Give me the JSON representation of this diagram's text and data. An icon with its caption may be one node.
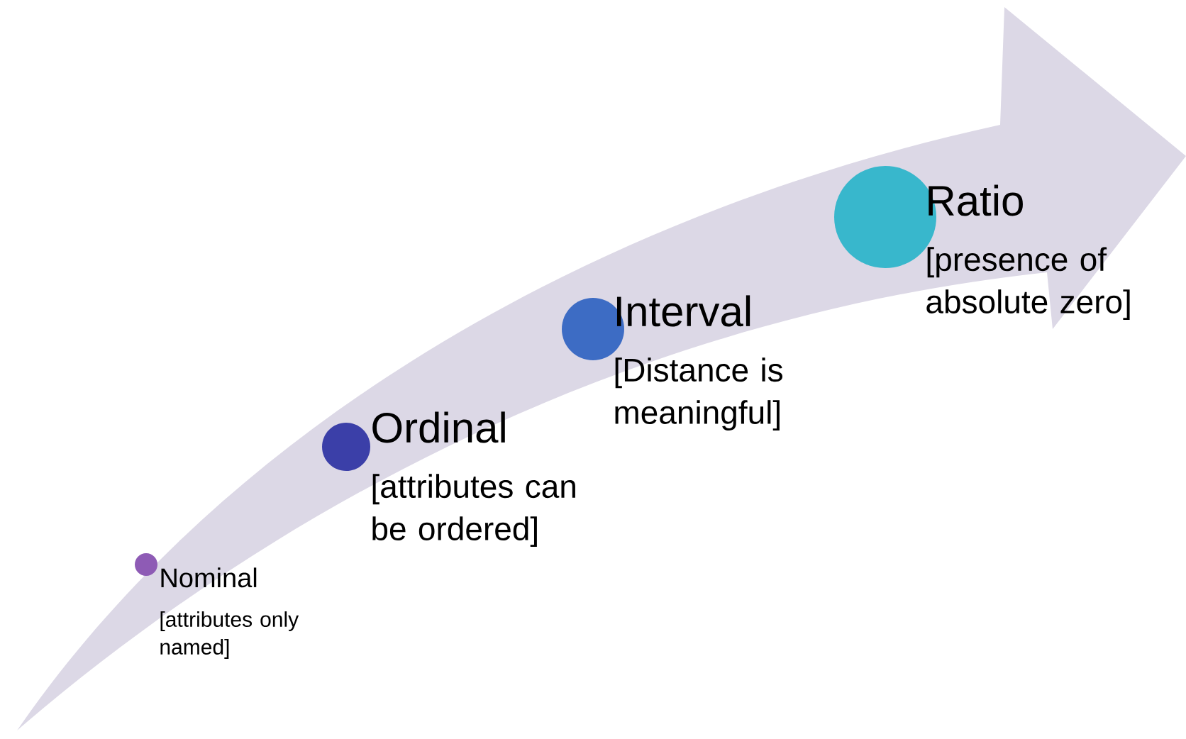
{
  "diagram": {
    "nodes": [
      {
        "text": [],
        "shape": "circle",
        "beside": [
          "Nominal",
          "[attributes only named]"
        ]
      },
      {
        "text": [],
        "shape": "circle",
        "beside": [
          "Ordinal",
          "[attributes can be ordered]"
        ]
      },
      {
        "text": [],
        "shape": "circle",
        "beside": [
          "Interval",
          "[Distance is meaningful]"
        ]
      },
      {
        "text": [],
        "shape": "circle",
        "beside": [
          "Ratio",
          "[presence of absolute zero]"
        ]
      }
    ]
  }
}
